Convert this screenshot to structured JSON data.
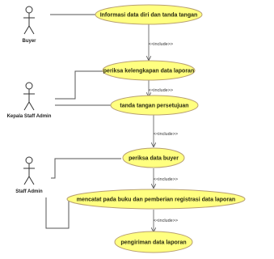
{
  "actors": [
    {
      "id": "buyer",
      "name": "Buyer"
    },
    {
      "id": "kepala",
      "name": "Kepala Staff Admin"
    },
    {
      "id": "staff",
      "name": "Staff Admin"
    }
  ],
  "use_cases": [
    {
      "id": "uc1",
      "label": "Informasi data diri dan tanda tangan"
    },
    {
      "id": "uc2",
      "label": "periksa kelengkapan data laporan"
    },
    {
      "id": "uc3",
      "label": "tanda tangan persetujuan"
    },
    {
      "id": "uc4",
      "label": "periksa data buyer"
    },
    {
      "id": "uc5",
      "label": "mencatat pada buku dan pemberian registrasi data laporan"
    },
    {
      "id": "uc6",
      "label": "pengiriman data laporan"
    }
  ],
  "relations": [
    {
      "label": "<<include>>"
    },
    {
      "label": "<<include>>"
    },
    {
      "label": "<<include>>"
    },
    {
      "label": "<<include>>"
    },
    {
      "label": "<<include>>"
    }
  ],
  "colors": {
    "usecase_fill": "#ffff80",
    "usecase_stroke": "#b8a070",
    "line": "#555555"
  }
}
